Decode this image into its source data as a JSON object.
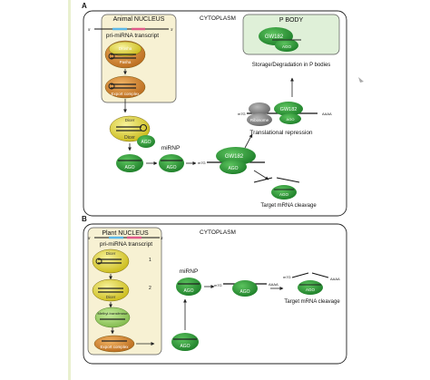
{
  "panel_a": {
    "letter": "A",
    "nucleus_title": "Animal NUCLEUS",
    "cytoplasm": "CYTOPLASM",
    "pbody_title": "P BODY",
    "prime5": "5'",
    "prime3": "3'",
    "pri_label": "pri-miRNA transcript",
    "drosha": "Drosha",
    "pasha": "Pasha",
    "export": "Export complex",
    "dicer_nuc": "Dicer",
    "dicer": "Dicer",
    "ago": "AGO",
    "mirnp": "miRNP",
    "gw182": "GW182",
    "m7g": "m7G",
    "aaaa": "AAAA",
    "ribosome": "Ribosome",
    "storage": "Storage/Degradation in P bodies",
    "translational": "Translational repression",
    "target_cleavage": "Target mRNA cleavage"
  },
  "panel_b": {
    "letter": "B",
    "nucleus_title": "Plant NUCLEUS",
    "cytoplasm": "CYTOPLASM",
    "prime5": "5'",
    "prime3": "3'",
    "pri_label": "pri-miRNA transcript",
    "dicer": "Dicer",
    "methyl": "Methyl-transferase",
    "export": "Export complex",
    "step1": "1",
    "step2": "2",
    "ago": "AGO",
    "mirnp": "miRNP",
    "m7g": "m7G",
    "aaaa": "AAAA",
    "target_cleavage": "Target mRNA cleavage"
  },
  "colors": {
    "nucleus_fill": "#f7f1d3",
    "pbody_fill": "#dff0d8",
    "dicer_yellow": "#e8df2a",
    "ago_green": "#2e9e3a",
    "export_orange": "#d98a2e",
    "methyl_green": "#9bd08a",
    "ribosome_gray": "#8a8a8a",
    "pink": "#e05a8a"
  }
}
